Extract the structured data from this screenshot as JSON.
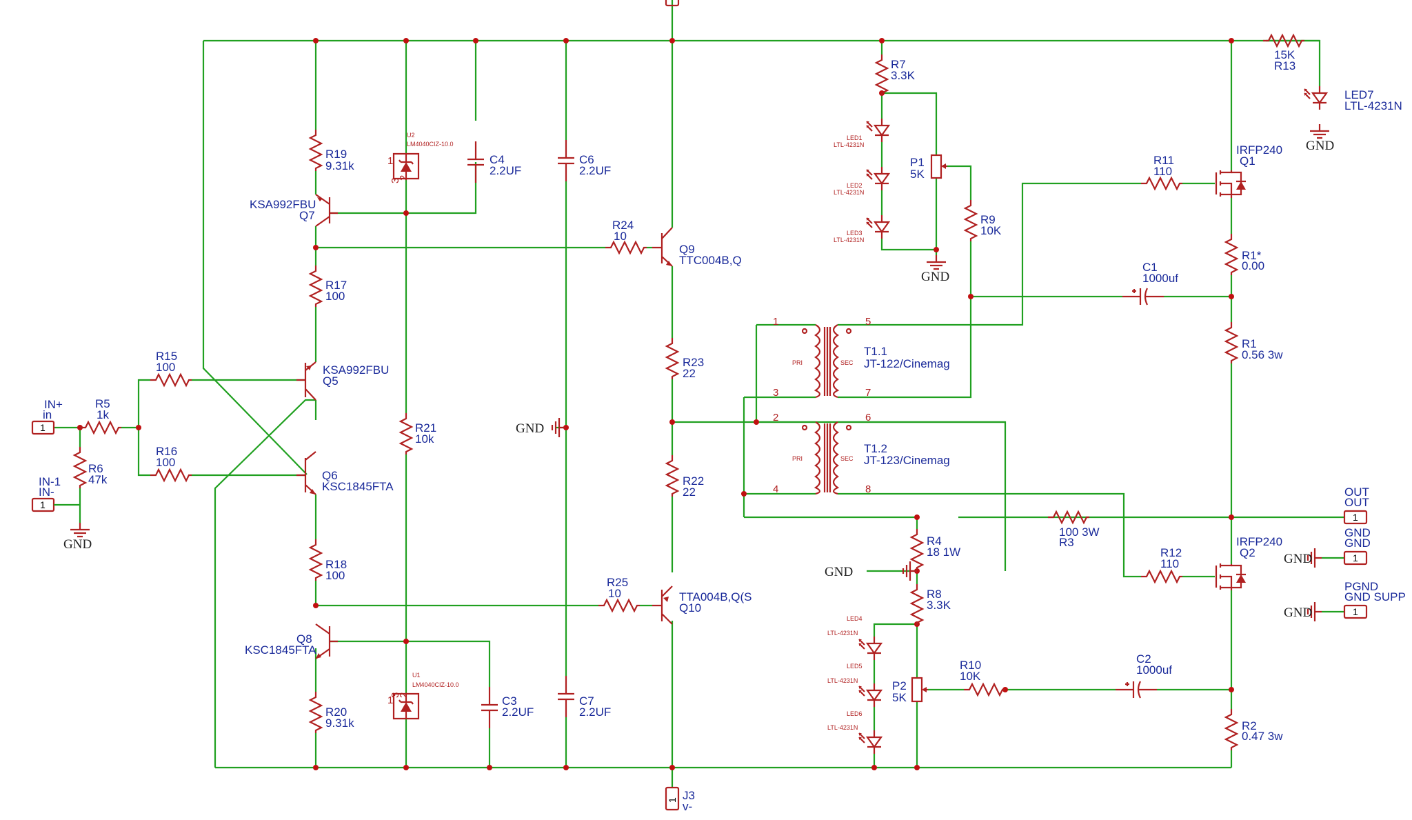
{
  "schematic": {
    "resistors": [
      {
        "id": "R19",
        "ref": "R19",
        "value": "9.31k"
      },
      {
        "id": "R17",
        "ref": "R17",
        "value": "100"
      },
      {
        "id": "R18",
        "ref": "R18",
        "value": "100"
      },
      {
        "id": "R20",
        "ref": "R20",
        "value": "9.31k"
      },
      {
        "id": "R15",
        "ref": "R15",
        "value": "100"
      },
      {
        "id": "R16",
        "ref": "R16",
        "value": "100"
      },
      {
        "id": "R5",
        "ref": "R5",
        "value": "1k"
      },
      {
        "id": "R6",
        "ref": "R6",
        "value": "47k"
      },
      {
        "id": "R21",
        "ref": "R21",
        "value": "10k"
      },
      {
        "id": "R24",
        "ref": "R24",
        "value": "10"
      },
      {
        "id": "R25",
        "ref": "R25",
        "value": "10"
      },
      {
        "id": "R23",
        "ref": "R23",
        "value": "22"
      },
      {
        "id": "R22",
        "ref": "R22",
        "value": "22"
      },
      {
        "id": "R7",
        "ref": "R7",
        "value": "3.3K"
      },
      {
        "id": "R9",
        "ref": "R9",
        "value": "10K"
      },
      {
        "id": "R11",
        "ref": "R11",
        "value": "110"
      },
      {
        "id": "R13",
        "ref": "R13",
        "value": "15K"
      },
      {
        "id": "R1s",
        "ref": "R1*",
        "value": "0.00"
      },
      {
        "id": "R1",
        "ref": "R1",
        "value": "0.56 3w"
      },
      {
        "id": "R3",
        "ref": "R3",
        "value": "100 3W"
      },
      {
        "id": "R4",
        "ref": "R4",
        "value": "18 1W"
      },
      {
        "id": "R8",
        "ref": "R8",
        "value": "3.3K"
      },
      {
        "id": "R12",
        "ref": "R12",
        "value": "110"
      },
      {
        "id": "R10",
        "ref": "R10",
        "value": "10K"
      },
      {
        "id": "R2",
        "ref": "R2",
        "value": "0.47 3w"
      }
    ],
    "capacitors": [
      {
        "id": "C4",
        "ref": "C4",
        "value": "2.2UF"
      },
      {
        "id": "C6",
        "ref": "C6",
        "value": "2.2UF"
      },
      {
        "id": "C3",
        "ref": "C3",
        "value": "2.2UF"
      },
      {
        "id": "C7",
        "ref": "C7",
        "value": "2.2UF"
      },
      {
        "id": "C1",
        "ref": "C1",
        "value": "1000uf"
      },
      {
        "id": "C2",
        "ref": "C2",
        "value": "1000uf"
      }
    ],
    "transistors": [
      {
        "id": "Q7",
        "part": "KSA992FBU",
        "ref": "Q7"
      },
      {
        "id": "Q5",
        "part": "KSA992FBU",
        "ref": "Q5"
      },
      {
        "id": "Q6",
        "part": "KSC1845FTA",
        "ref": "Q6"
      },
      {
        "id": "Q8",
        "part": "KSC1845FTA",
        "ref": "Q8"
      },
      {
        "id": "Q9",
        "part": "TTC004B,Q",
        "ref": "Q9"
      },
      {
        "id": "Q10",
        "part": "TTA004B,Q(S",
        "ref": "Q10"
      },
      {
        "id": "Q1",
        "part": "IRFP240",
        "ref": "Q1"
      },
      {
        "id": "Q2",
        "part": "IRFP240",
        "ref": "Q2"
      }
    ],
    "references": [
      {
        "id": "U2",
        "ref": "U2",
        "part": "LM4040CIZ-10.0"
      },
      {
        "id": "U1",
        "ref": "U1",
        "part": "LM4040CIZ-10.0"
      }
    ],
    "leds": [
      {
        "id": "LED1",
        "ref": "LED1",
        "part": "LTL-4231N"
      },
      {
        "id": "LED2",
        "ref": "LED2",
        "part": "LTL-4231N"
      },
      {
        "id": "LED3",
        "ref": "LED3",
        "part": "LTL-4231N"
      },
      {
        "id": "LED4",
        "ref": "LED4",
        "part": "LTL-4231N"
      },
      {
        "id": "LED5",
        "ref": "LED5",
        "part": "LTL-4231N"
      },
      {
        "id": "LED6",
        "ref": "LED6",
        "part": "LTL-4231N"
      },
      {
        "id": "LED7",
        "ref": "LED7",
        "part": "LTL-4231N"
      }
    ],
    "pots": [
      {
        "id": "P1",
        "ref": "P1",
        "value": "5K"
      },
      {
        "id": "P2",
        "ref": "P2",
        "value": "5K"
      }
    ],
    "transformers": [
      {
        "id": "T1_1",
        "ref": "T1.1",
        "part": "JT-122/Cinemag",
        "pri": "PRI",
        "sec": "SEC",
        "pins": [
          "1",
          "3",
          "5",
          "7"
        ]
      },
      {
        "id": "T1_2",
        "ref": "T1.2",
        "part": "JT-123/Cinemag",
        "pri": "PRI",
        "sec": "SEC",
        "pins": [
          "2",
          "4",
          "6",
          "8"
        ]
      }
    ],
    "connectors": [
      {
        "id": "in_plus",
        "name": "IN+",
        "net": "in",
        "pin": "1"
      },
      {
        "id": "in_minus",
        "name": "IN-1",
        "net": "IN-",
        "pin": "1"
      },
      {
        "id": "out",
        "name": "OUT",
        "net": "OUT",
        "pin": "1"
      },
      {
        "id": "gnd",
        "name": "GND",
        "net": "GND",
        "pin": "1"
      },
      {
        "id": "pgnd",
        "name": "PGND",
        "net": "GND SUPP",
        "pin": "1"
      },
      {
        "id": "j3",
        "name": "J3",
        "net": "v-",
        "pin": "1"
      }
    ],
    "pin_labels": {
      "u_pin1": "1",
      "u_pin2": "2",
      "u_pin3": "3"
    },
    "ground_label": "GND"
  }
}
